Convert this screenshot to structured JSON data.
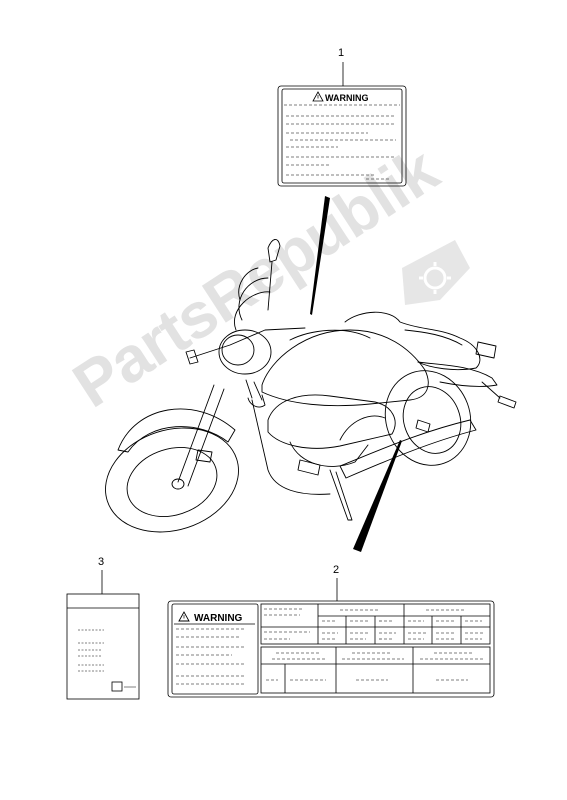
{
  "callouts": {
    "label1": "1",
    "label2": "2",
    "label3": "3"
  },
  "labels": {
    "label1_heading": "WARNING",
    "label2_heading": "WARNING"
  },
  "watermark": {
    "text": "PartsRepublik"
  },
  "colors": {
    "line": "#000000",
    "watermark": "#bebebe",
    "paper": "#ffffff"
  },
  "icons": {
    "watermark_logo": "gear-icon",
    "warning_triangle": "warning-triangle-icon"
  }
}
